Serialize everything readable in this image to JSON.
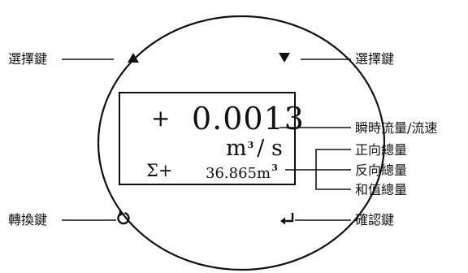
{
  "labels": {
    "select_left": "選擇鍵",
    "select_right": "選擇鍵",
    "rate": "瞬時流量/流速",
    "forward_total": "正向總量",
    "reverse_total": "反向總量",
    "net_total": "和值總量",
    "switch": "轉換鍵",
    "confirm": "確認鍵"
  },
  "display": {
    "sign": "+",
    "rate_value": "0.0013",
    "unit_base": "m",
    "unit_exp": "3",
    "unit_tail": "/ s",
    "sum_symbol": "Σ+",
    "total_value": "36.865m",
    "total_exp": "3"
  },
  "icons": {
    "up": "up-triangle-icon",
    "down": "down-triangle-icon",
    "switch": "rotate-icon",
    "enter": "enter-return-icon"
  }
}
